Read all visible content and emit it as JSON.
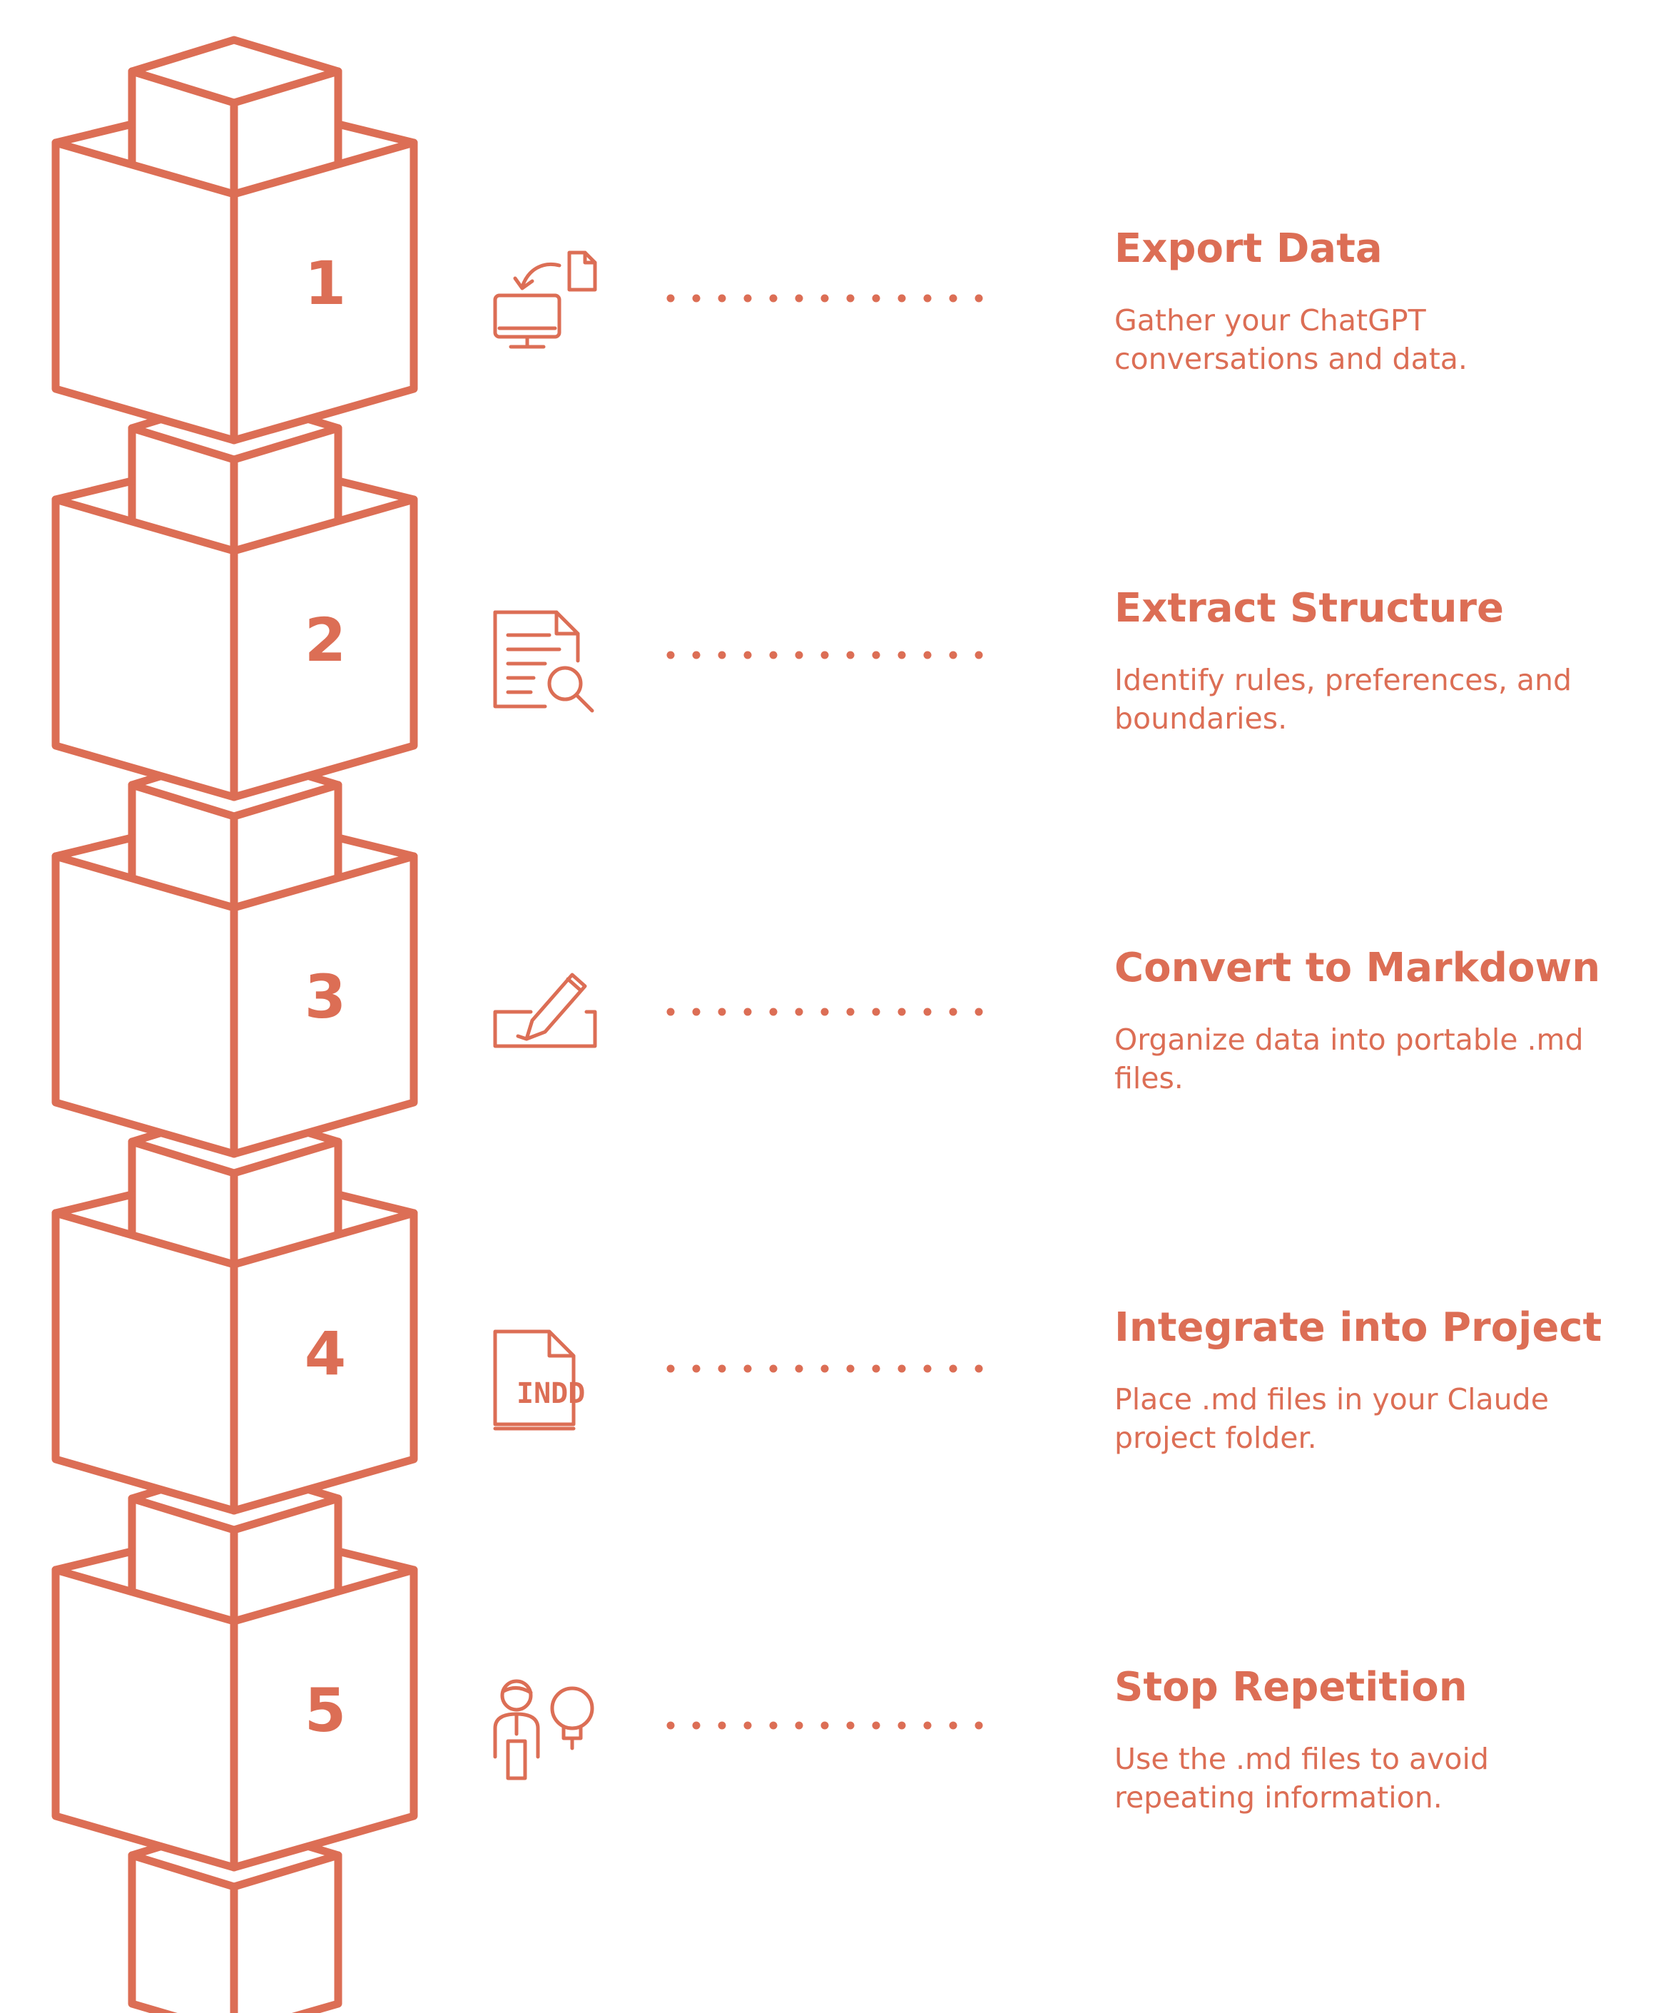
{
  "accent_color": "#dc6e55",
  "steps": [
    {
      "number": "1",
      "icon": "computer-download-icon",
      "title": "Export Data",
      "description": "Gather your ChatGPT conversations and data."
    },
    {
      "number": "2",
      "icon": "document-search-icon",
      "title": "Extract Structure",
      "description": "Identify rules, preferences, and boundaries."
    },
    {
      "number": "3",
      "icon": "pencil-edit-icon",
      "title": "Convert to Markdown",
      "description": "Organize data into portable .md files."
    },
    {
      "number": "4",
      "icon": "indd-file-icon",
      "icon_label": "INDD",
      "title": "Integrate into Project",
      "description": "Place .md files in your Claude project folder."
    },
    {
      "number": "5",
      "icon": "person-lightbulb-icon",
      "title": "Stop Repetition",
      "description": "Use the .md files to avoid repeating information."
    }
  ]
}
